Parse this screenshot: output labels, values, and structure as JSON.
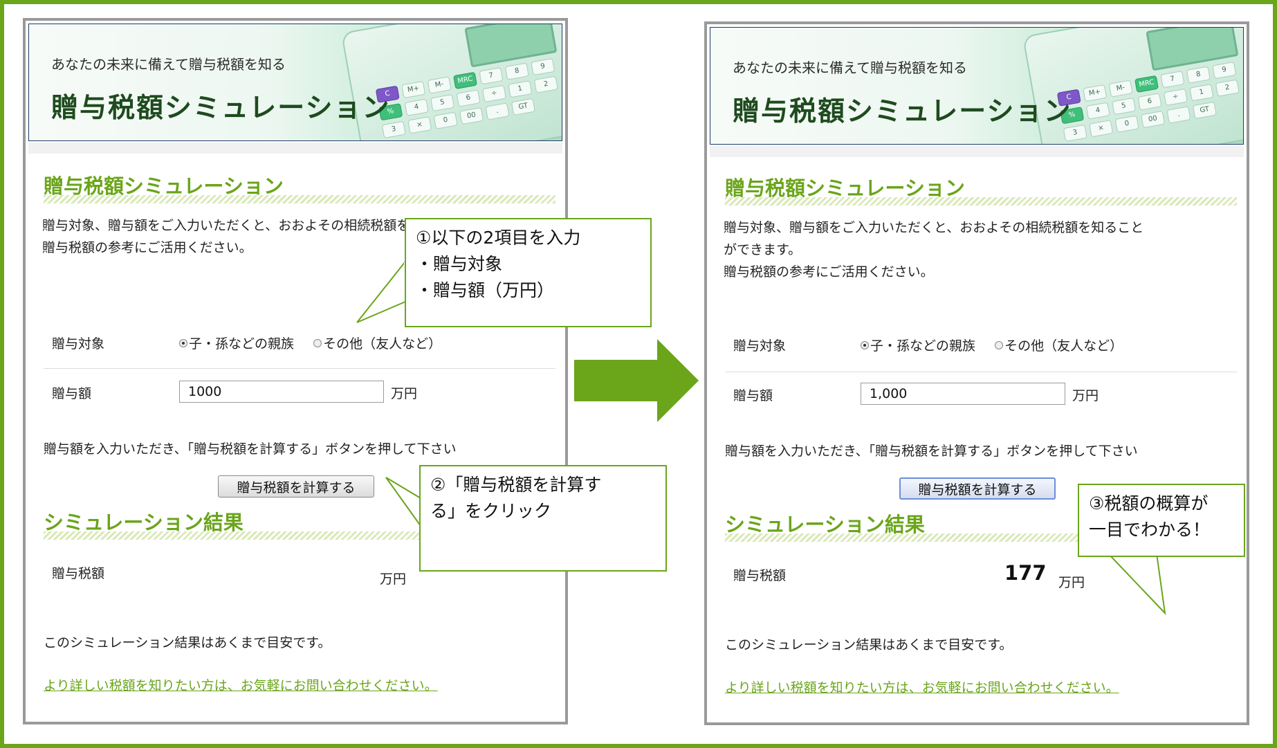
{
  "app": {
    "colors": {
      "accent": "#6aa51a",
      "frame": "#6aa51a",
      "panel_border": "#9a9a9a",
      "banner_border": "#1b3b6a",
      "banner_title": "#1e4b1e"
    }
  },
  "left_panel": {
    "banner": {
      "subtitle": "あなたの未来に備えて贈与税額を知る",
      "title": "贈与税額シミュレーション"
    },
    "section_title": "贈与税額シミュレーション",
    "intro_line1": "贈与対象、贈与額をご入力いただくと、おおよその相続税額を知ることができます。",
    "intro_line2": "贈与税額の参考にご活用ください。",
    "target_label": "贈与対象",
    "target_options": [
      {
        "label": "子・孫などの親族",
        "selected": true
      },
      {
        "label": "その他（友人など）",
        "selected": false
      }
    ],
    "amount_label": "贈与額",
    "amount_value": "1000",
    "amount_unit": "万円",
    "instruction": "贈与額を入力いただき、「贈与税額を計算する」ボタンを押して下さい",
    "calculate_button": "贈与税額を計算する",
    "results_title": "シミュレーション結果",
    "result_label": "贈与税額",
    "result_value": "",
    "result_unit": "万円",
    "disclaimer": "このシミュレーション結果はあくまで目安です。",
    "contact_link": "より詳しい税額を知りたい方は、お気軽にお問い合わせください。"
  },
  "right_panel": {
    "banner": {
      "subtitle": "あなたの未来に備えて贈与税額を知る",
      "title": "贈与税額シミュレーション"
    },
    "section_title": "贈与税額シミュレーション",
    "intro_line1": "贈与対象、贈与額をご入力いただくと、おおよその相続税額を知ること",
    "intro_line1b": "ができます。",
    "intro_line2": "贈与税額の参考にご活用ください。",
    "target_label": "贈与対象",
    "target_options": [
      {
        "label": "子・孫などの親族",
        "selected": true
      },
      {
        "label": "その他（友人など）",
        "selected": false
      }
    ],
    "amount_label": "贈与額",
    "amount_value": "1,000",
    "amount_unit": "万円",
    "instruction": "贈与額を入力いただき、「贈与税額を計算する」ボタンを押して下さい",
    "calculate_button": "贈与税額を計算する",
    "results_title": "シミュレーション結果",
    "result_label": "贈与税額",
    "result_value": "177",
    "result_unit": "万円",
    "disclaimer": "このシミュレーション結果はあくまで目安です。",
    "contact_link": "より詳しい税額を知りたい方は、お気軽にお問い合わせください。"
  },
  "callouts": {
    "step1": {
      "line1": "①以下の2項目を入力",
      "line2": "・贈与対象",
      "line3": "・贈与額（万円）"
    },
    "step2": {
      "line1": "②「贈与税額を計算す",
      "line2": "る」をクリック"
    },
    "step3": {
      "line1": "③税額の概算が",
      "line2": "一目でわかる！"
    }
  },
  "calculator_keys": [
    "C",
    "M+",
    "M-",
    "MRC",
    "7",
    "8",
    "9",
    "%",
    "4",
    "5",
    "6",
    "÷",
    "1",
    "2",
    "3",
    "×",
    "0",
    "00",
    ".",
    "GT"
  ]
}
